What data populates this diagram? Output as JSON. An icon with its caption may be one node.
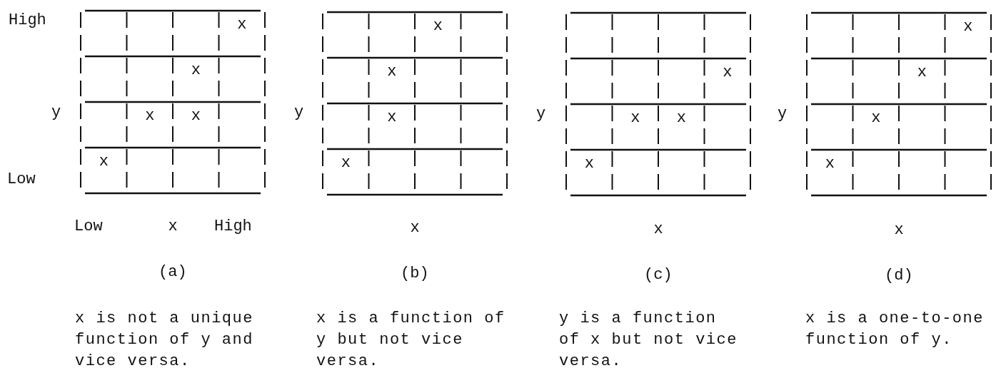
{
  "diagram": {
    "labels": [
      "High",
      "x",
      "x",
      "y",
      "x",
      "x",
      "x",
      "Low",
      "Low",
      "x",
      "High",
      "(a)",
      "x is not a unique function of y and vice versa.",
      "x",
      "x",
      "y",
      "x",
      "x",
      "x",
      "(b)",
      "x is a function of y but not vice versa.",
      "x",
      "y",
      "x",
      "x",
      "x",
      "x",
      "(c)",
      "y is a function of x but not vice versa.",
      "x",
      "x",
      "y",
      "x",
      "x",
      "x",
      "(d)",
      "x is a one-to-one function of y."
    ]
  }
}
